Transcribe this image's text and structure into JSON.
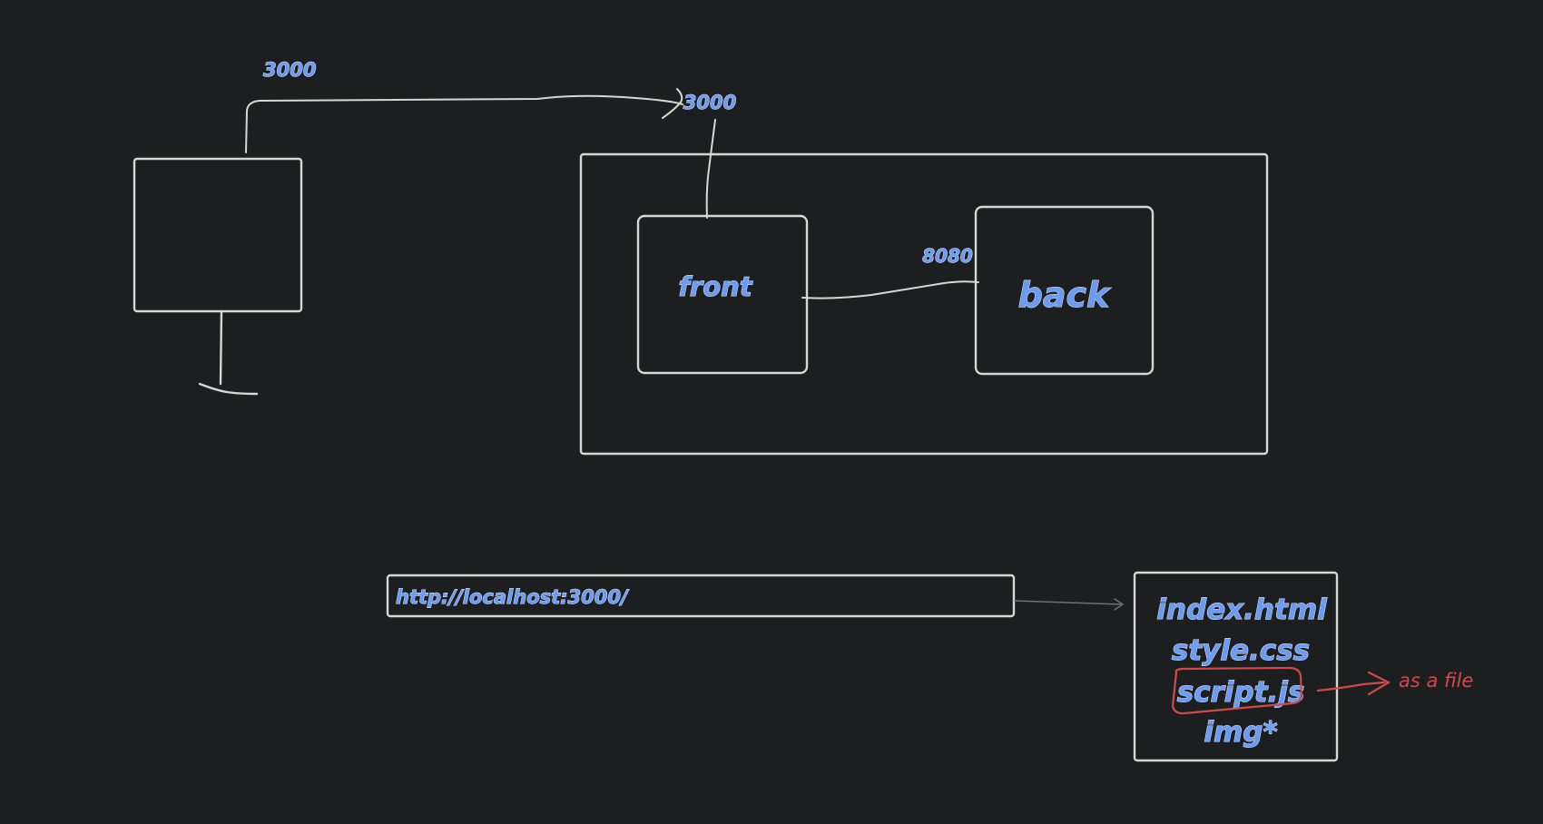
{
  "labels": {
    "client_port": "3000",
    "front_port": "3000",
    "back_port": "8080",
    "front": "front",
    "back": "back",
    "url": "http://localhost:3000/",
    "annotation": "as a file"
  },
  "files": [
    "index.html",
    "style.css",
    "script.js",
    "img*"
  ],
  "colors": {
    "background": "#1d1e20",
    "stroke": "#d9d7d2",
    "text_blue": "#6b9cf2",
    "highlight_red": "#cf4a4a"
  }
}
